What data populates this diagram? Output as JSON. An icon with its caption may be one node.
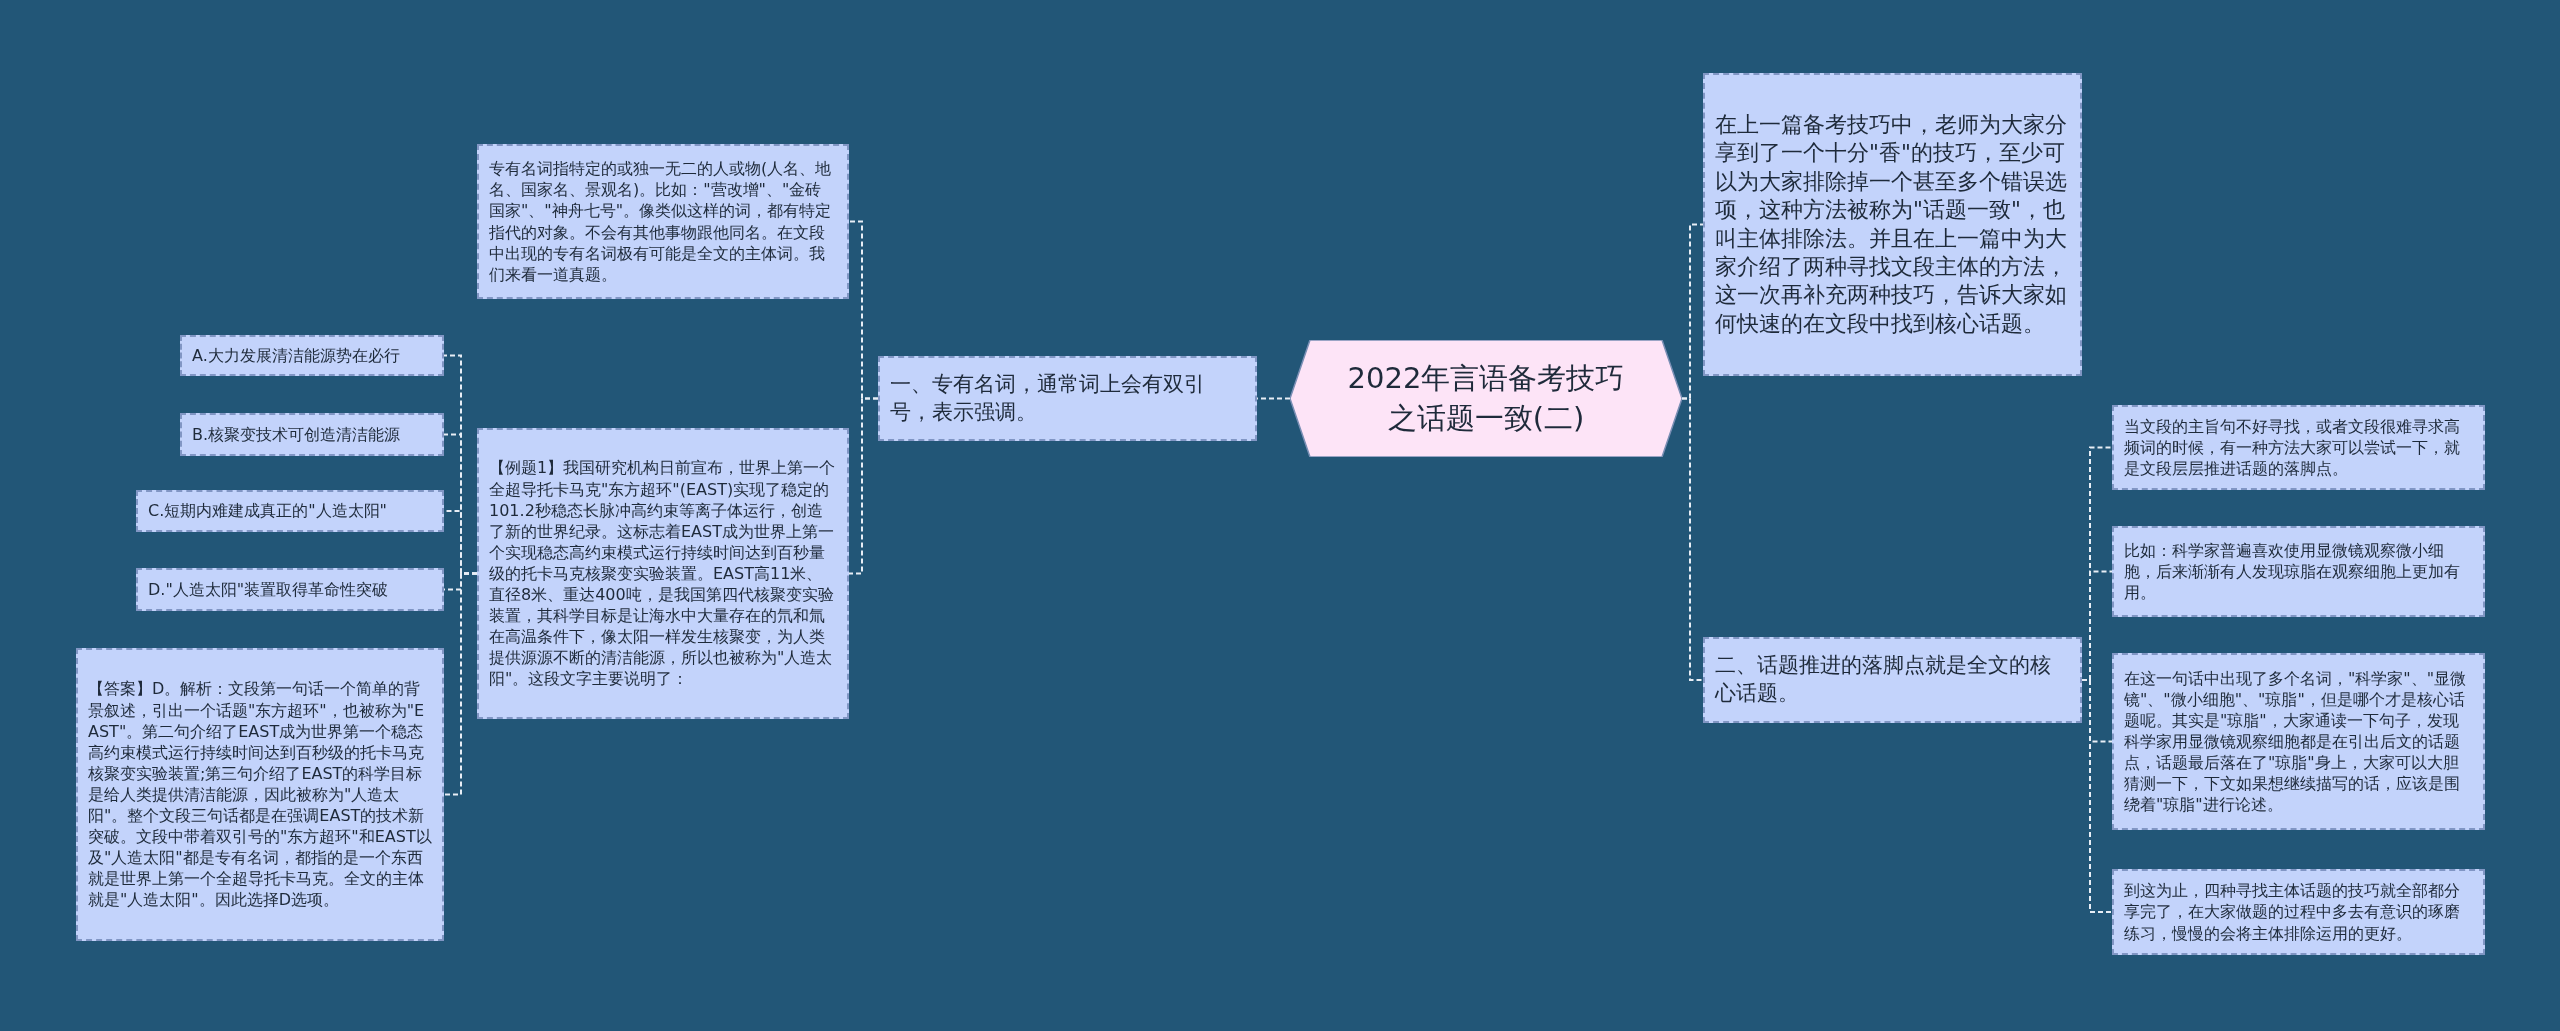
{
  "diagram": {
    "nodes": [
      {
        "text": [
          "2022年言语备考技巧之话题一致(二)"
        ]
      },
      {
        "text": [
          "一、专有名词，通常词上会有双引号，表示强调。"
        ]
      },
      {
        "text": [
          "专有名词指特定的或独一无二的人或物(人名、地名、国家名、景观名)。比如：\"营改增\"、\"金砖国家\"、\"神舟七号\"。像类似这样的词，都有特定指代的对象。不会有其他事物跟他同名。在文段中出现的专有名词极有可能是全文的主体词。我们来看一道真题。"
        ]
      },
      {
        "text": [
          "【例题1】我国研究机构日前宣布，世界上第一个全超导托卡马克\"东方超环\"(EAST)实现了稳定的101.2秒稳态长脉冲高约束等离子体运行，创造了新的世界纪录。这标志着EAST成为世界上第一个实现稳态高约束模式运行持续时间达到百秒量级的托卡马克核聚变实验装置。EAST高11米、直径8米、重达400吨，是我国第四代核聚变实验装置，其科学目标是让海水中大量存在的氘和氚在高温条件下，像太阳一样发生核聚变，为人类提供源源不断的清洁能源，所以也被称为\"人造太阳\"。这段文字主要说明了："
        ]
      },
      {
        "text": [
          "A.大力发展清洁能源势在必行"
        ]
      },
      {
        "text": [
          "B.核聚变技术可创造清洁能源"
        ]
      },
      {
        "text": [
          "C.短期内难建成真正的\"人造太阳\""
        ]
      },
      {
        "text": [
          "D.\"人造太阳\"装置取得革命性突破"
        ]
      },
      {
        "text": [
          "【答案】D。解析：文段第一句话一个简单的背景叙述，引出一个话题\"东方超环\"，也被称为\"EAST\"。第二句介绍了EAST成为世界第一个稳态高约束模式运行持续时间达到百秒级的托卡马克核聚变实验装置;第三句介绍了EAST的科学目标是给人类提供清洁能源，因此被称为\"人造太阳\"。整个文段三句话都是在强调EAST的技术新突破。文段中带着双引号的\"东方超环\"和EAST以及\"人造太阳\"都是专有名词，都指的是一个东西就是世界上第一个全超导托卡马克。全文的主体就是\"人造太阳\"。因此选择D选项。"
        ]
      },
      {
        "text": [
          "在上一篇备考技巧中，老师为大家分享到了一个十分\"香\"的技巧，至少可以为大家排除掉一个甚至多个错误选项，这种方法被称为\"话题一致\"，也叫主体排除法。并且在上一篇中为大家介绍了两种寻找文段主体的方法，这一次再补充两种技巧，告诉大家如何快速的在文段中找到核心话题。"
        ]
      },
      {
        "text": [
          "二、话题推进的落脚点就是全文的核心话题。"
        ]
      },
      {
        "text": [
          "当文段的主旨句不好寻找，或者文段很难寻求高频词的时候，有一种方法大家可以尝试一下，就是文段层层推进话题的落脚点。"
        ]
      },
      {
        "text": [
          "比如：科学家普遍喜欢使用显微镜观察微小细胞，后来渐渐有人发现琼脂在观察细胞上更加有用。"
        ]
      },
      {
        "text": [
          "在这一句话中出现了多个名词，\"科学家\"、\"显微镜\"、\"微小细胞\"、\"琼脂\"，但是哪个才是核心话题呢。其实是\"琼脂\"，大家通读一下句子，发现科学家用显微镜观察细胞都是在引出后文的话题点，话题最后落在了\"琼脂\"身上，大家可以大胆猜测一下，下文如果想继续描写的话，应该是围绕着\"琼脂\"进行论述。"
        ]
      },
      {
        "text": [
          "到这为止，四种寻找主体话题的技巧就全部都分享完了，在大家做题的过程中多去有意识的琢磨练习，慢慢的会将主体排除运用的更好。"
        ]
      }
    ],
    "edges": [
      {
        "from": 0,
        "to": 1,
        "arrow": "none"
      },
      {
        "from": 1,
        "to": 2,
        "arrow": "none"
      },
      {
        "from": 1,
        "to": 3,
        "arrow": "none"
      },
      {
        "from": 3,
        "to": 4,
        "arrow": "none"
      },
      {
        "from": 3,
        "to": 5,
        "arrow": "none"
      },
      {
        "from": 3,
        "to": 6,
        "arrow": "none"
      },
      {
        "from": 3,
        "to": 7,
        "arrow": "none"
      },
      {
        "from": 3,
        "to": 8,
        "arrow": "none"
      },
      {
        "from": 0,
        "to": 9,
        "arrow": "none"
      },
      {
        "from": 0,
        "to": 10,
        "arrow": "none"
      },
      {
        "from": 10,
        "to": 11,
        "arrow": "none"
      },
      {
        "from": 10,
        "to": 12,
        "arrow": "none"
      },
      {
        "from": 10,
        "to": 13,
        "arrow": "none"
      },
      {
        "from": 10,
        "to": 14,
        "arrow": "none"
      }
    ]
  }
}
